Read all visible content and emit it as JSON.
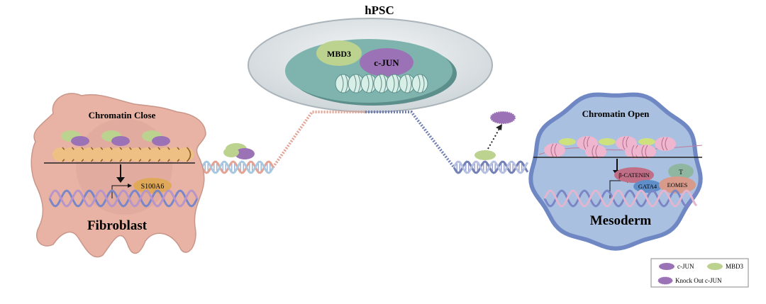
{
  "title": "hPSC",
  "hpsc": {
    "mbd3": "MBD3",
    "cjun": "c-JUN"
  },
  "fibroblast": {
    "chromatin": "Chromatin Close",
    "gene": "S100A6",
    "label": "Fibroblast"
  },
  "mesoderm": {
    "chromatin": "Chromatin Open",
    "factors": [
      "β-CATENIN",
      "T",
      "GATA4",
      "EOMES"
    ],
    "label": "Mesoderm"
  },
  "legend": {
    "cjun": "c-JUN",
    "mbd3": "MBD3",
    "knockout": "Knock Out c-JUN"
  },
  "colors": {
    "cjun": "#9b72b5",
    "mbd3": "#bcd28f",
    "fibroblast": "#e8b3a4",
    "mesoderm": "#a9c0e0",
    "mesoderm_border": "#6f88c4",
    "dish_inner": "#7fb4ae",
    "nucleosome_close": "#efc084",
    "nucleosome_open": "#eeb6cf"
  }
}
